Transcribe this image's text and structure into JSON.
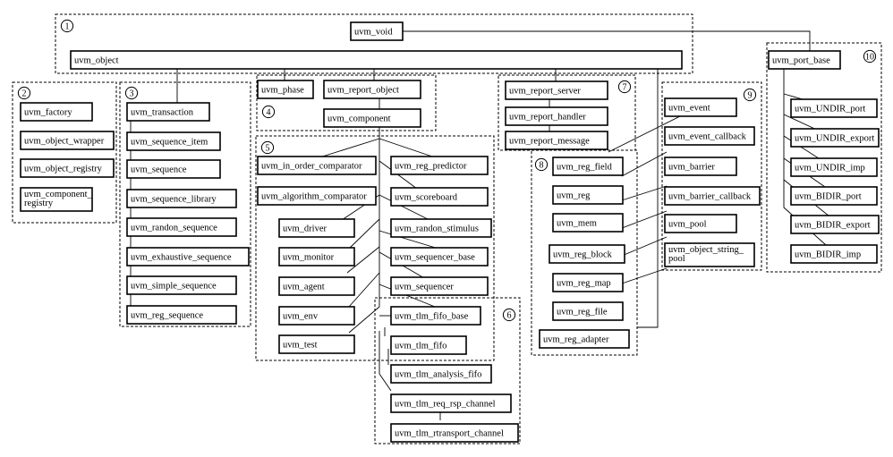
{
  "group_labels": {
    "g1": "1",
    "g2": "2",
    "g3": "3",
    "g4": "4",
    "g5": "5",
    "g6": "6",
    "g7": "7",
    "g8": "8",
    "g9": "9",
    "g10": "10"
  },
  "boxes": {
    "uvm_void": "uvm_void",
    "uvm_object": "uvm_object",
    "uvm_port_base": "uvm_port_base",
    "uvm_factory": "uvm_factory",
    "uvm_object_wrapper": "uvm_object_wrapper",
    "uvm_object_registry": "uvm_object_registry",
    "uvm_component_registry_l1": "uvm_component_",
    "uvm_component_registry_l2": "registry",
    "uvm_transaction": "uvm_transaction",
    "uvm_sequence_item": "uvm_sequence_item",
    "uvm_sequence": "uvm_sequence",
    "uvm_sequence_library": "uvm_sequence_library",
    "uvm_randon_sequence": "uvm_randon_sequence",
    "uvm_exhaustive_sequence": "uvm_exhaustive_sequence",
    "uvm_simple_sequence": "uvm_simple_sequence",
    "uvm_reg_sequence": "uvm_reg_sequence",
    "uvm_phase": "uvm_phase",
    "uvm_report_object": "uvm_report_object",
    "uvm_component": "uvm_component",
    "uvm_in_order_comparator": "uvm_in_order_comparator",
    "uvm_reg_predictor": "uvm_reg_predictor",
    "uvm_algorithm_comparator": "uvm_algorithm_comparator",
    "uvm_scoreboard": "uvm_scoreboard",
    "uvm_driver": "uvm_driver",
    "uvm_randon_stimulus": "uvm_randon_stimulus",
    "uvm_monitor": "uvm_monitor",
    "uvm_sequencer_base": "uvm_sequencer_base",
    "uvm_agent": "uvm_agent",
    "uvm_sequencer": "uvm_sequencer",
    "uvm_env": "uvm_env",
    "uvm_test": "uvm_test",
    "uvm_tlm_fifo_base": "uvm_tlm_fifo_base",
    "uvm_tlm_fifo": "uvm_tlm_fifo",
    "uvm_tlm_analysis_fifo": "uvm_tlm_analysis_fifo",
    "uvm_tlm_req_rsp_channel": "uvm_tlm_req_rsp_channel",
    "uvm_tlm_rtransport_channel": "uvm_tlm_rtransport_channel",
    "uvm_report_server": "uvm_report_server",
    "uvm_report_handler": "uvm_report_handler",
    "uvm_report_message": "uvm_report_message",
    "uvm_reg_field": "uvm_reg_field",
    "uvm_reg": "uvm_reg",
    "uvm_mem": "uvm_mem",
    "uvm_reg_block": "uvm_reg_block",
    "uvm_reg_map": "uvm_reg_map",
    "uvm_reg_file": "uvm_reg_file",
    "uvm_reg_adapter": "uvm_reg_adapter",
    "uvm_event": "uvm_event",
    "uvm_event_callback": "uvm_event_callback",
    "uvm_barrier": "uvm_barrier",
    "uvm_barrier_callback": "uvm_barrier_callback",
    "uvm_pool": "uvm_pool",
    "uvm_object_string_pool_l1": "uvm_object_string_",
    "uvm_object_string_pool_l2": "pool",
    "uvm_UNDIR_port": "uvm_UNDIR_port",
    "uvm_UNDIR_export": "uvm_UNDIR_export",
    "uvm_UNDIR_imp": "uvm_UNDIR_imp",
    "uvm_BIDIR_port": "uvm_BIDIR_port",
    "uvm_BIDIR_export": "uvm_BIDIR_export",
    "uvm_BIDIR_imp": "uvm_BIDIR_imp"
  }
}
